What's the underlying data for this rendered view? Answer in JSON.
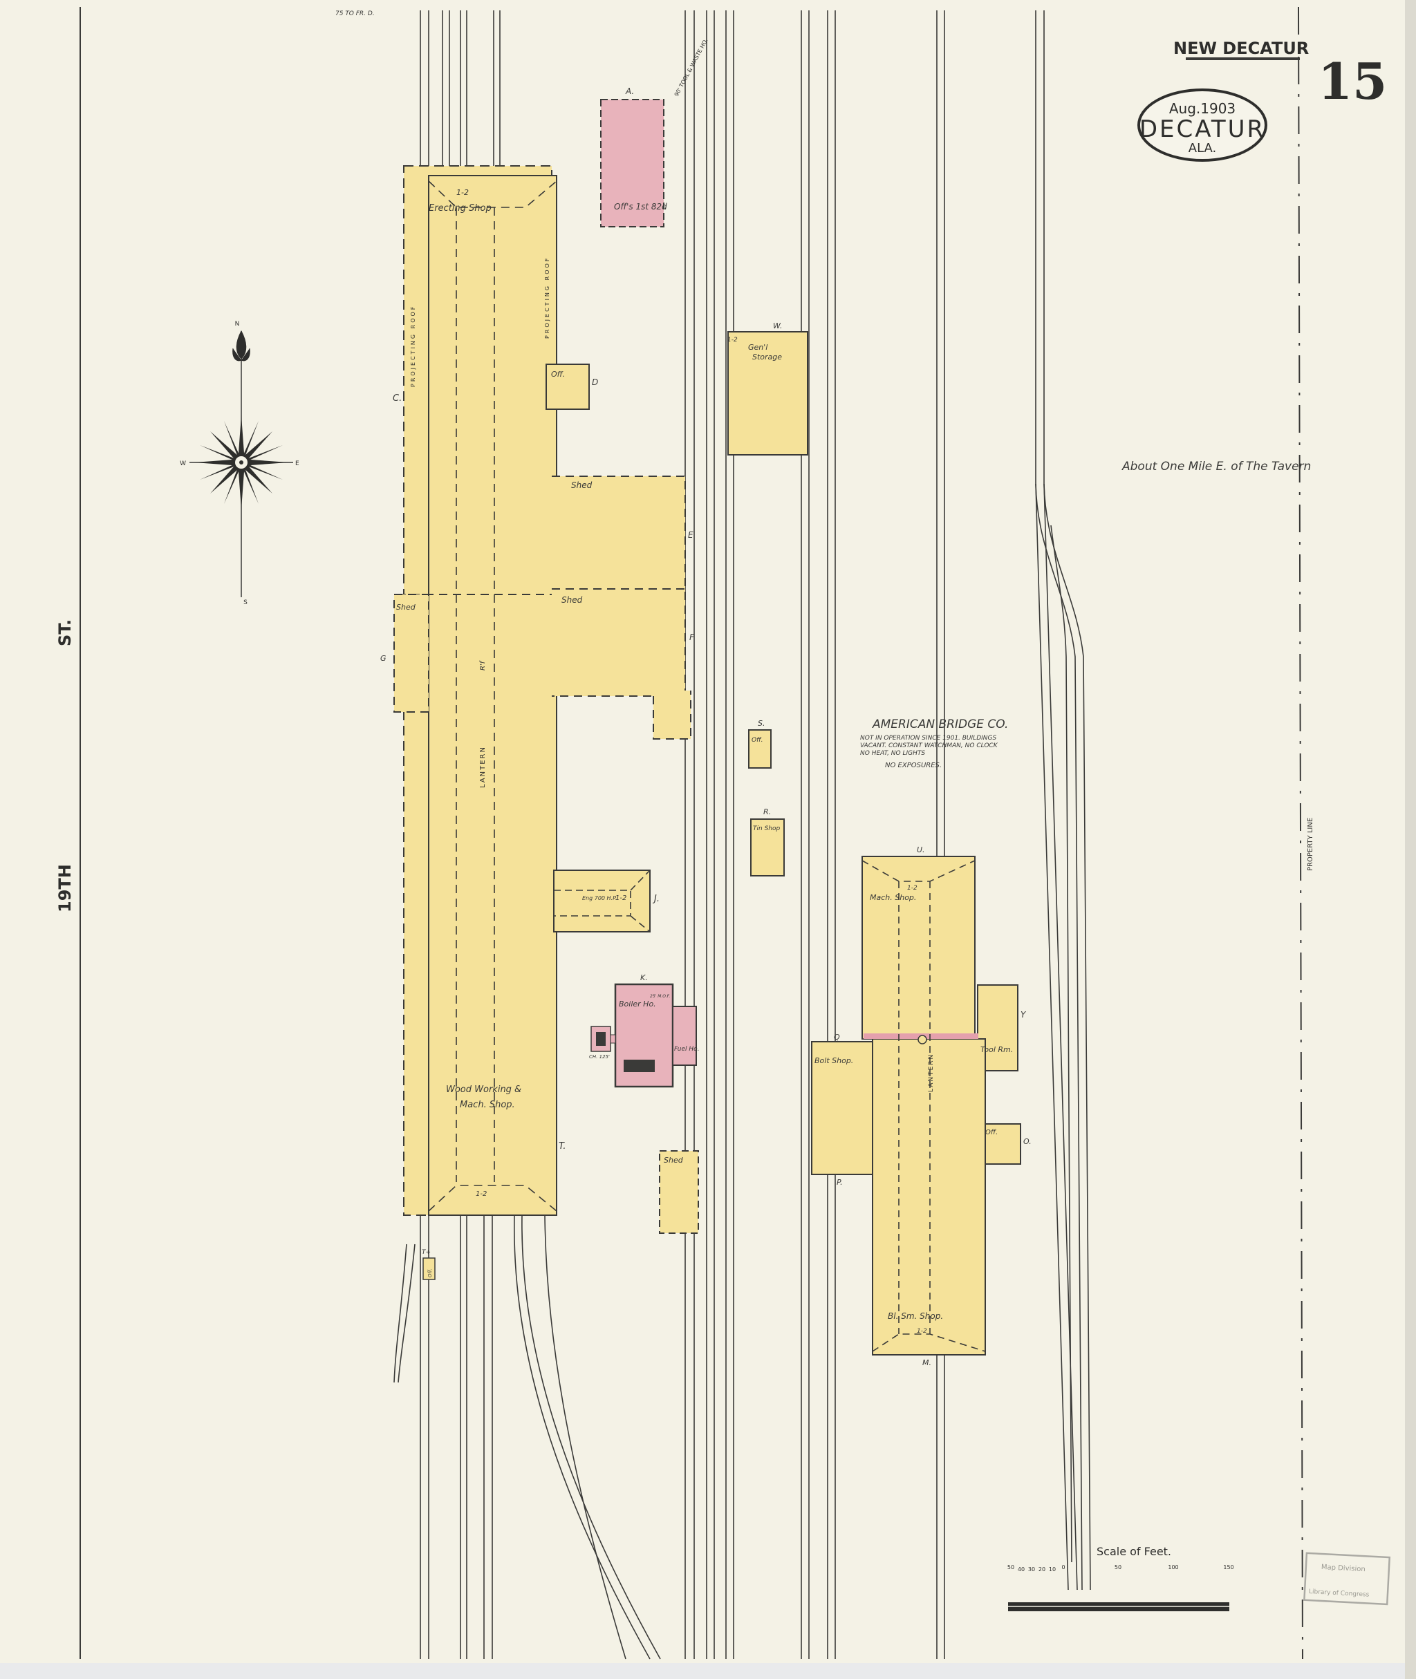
{
  "header": {
    "district": "NEW DECATUR",
    "sheet_number": "15",
    "top_note": "75 TO FR. D."
  },
  "cartouche": {
    "date": "Aug.1903",
    "city": "DECATUR",
    "state": "ALA."
  },
  "street": {
    "name_top": "ST.",
    "name_bottom": "19TH"
  },
  "compass": {
    "n": "N",
    "s": "S",
    "e": "E",
    "w": "W"
  },
  "location_note": "About One Mile E. of The Tavern",
  "property_line": "PROPERTY LINE",
  "company": {
    "name": "AMERICAN BRIDGE CO.",
    "note_lines": [
      "NOT IN OPERATION SINCE 1901. BUILDINGS",
      "VACANT. CONSTANT WATCHMAN, NO CLOCK",
      "NO HEAT, NO LIGHTS"
    ],
    "exposures": "NO EXPOSURES."
  },
  "buildings": {
    "erecting": {
      "letter": "C.",
      "name": "Erecting Shop",
      "stories": "1-2",
      "roof_left": "PROJECTING ROOF",
      "roof_right": "PROJECTING ROOF"
    },
    "woodworking": {
      "letter": "T.",
      "name1": "Wood Working &",
      "name2": "Mach. Shop.",
      "stories": "1-2",
      "lantern": "LANTERN",
      "rf": "R'f"
    },
    "office_a": {
      "letter": "A.",
      "name": "Off's 1st 82d",
      "note": "90' TOOL & WASTE HO."
    },
    "office_d": {
      "letter": "D",
      "name": "Off."
    },
    "shed_e": {
      "letter": "E",
      "name": "Shed"
    },
    "shed_f": {
      "letter": "F",
      "name": "Shed"
    },
    "shed_g": {
      "letter": "G",
      "name": "Shed"
    },
    "engine_j": {
      "letter": "J.",
      "name": "Eng 700 H.P.",
      "stories": "1-2"
    },
    "boiler_k": {
      "letter": "K.",
      "name": "Boiler Ho.",
      "fuel": "Fuel Ho.",
      "chimney": "CH. 125'",
      "stack": "25' M.O.F."
    },
    "shed_t": {
      "letter": "T",
      "name": "Shed"
    },
    "office_t": {
      "letter": "T+",
      "name": "Off."
    },
    "storage_w": {
      "letter": "W.",
      "name1": "Gen'l",
      "name2": "Storage",
      "stories": "1-2"
    },
    "office_s": {
      "letter": "S.",
      "name": "Off."
    },
    "tin_r": {
      "letter": "R.",
      "name": "Tin Shop"
    },
    "mach_u": {
      "letter": "U.",
      "name": "Mach. Shop.",
      "stories": "1-2"
    },
    "bolt_q": {
      "letter": "Q",
      "name": "Bolt Shop."
    },
    "tool_y": {
      "letter": "Y",
      "name": "Tool Rm."
    },
    "office_o": {
      "letter": "O.",
      "name": "Off."
    },
    "blsm_m": {
      "letter": "M.",
      "name": "Bl. Sm. Shop.",
      "stories": "1-2",
      "lantern": "LANTERN"
    },
    "blsm_p": {
      "letter": "P."
    }
  },
  "scale": {
    "title": "Scale of Feet.",
    "ticks": [
      "50",
      "40",
      "30",
      "20",
      "10",
      "0",
      "50",
      "100",
      "150"
    ]
  },
  "stamp": {
    "line1": "Map Division",
    "line2": "Library of Congress"
  },
  "colors": {
    "paper": "#f4f2e6",
    "frame": "#f5e29a",
    "brick": "#e8b3bb",
    "ink": "#3a3a38"
  }
}
